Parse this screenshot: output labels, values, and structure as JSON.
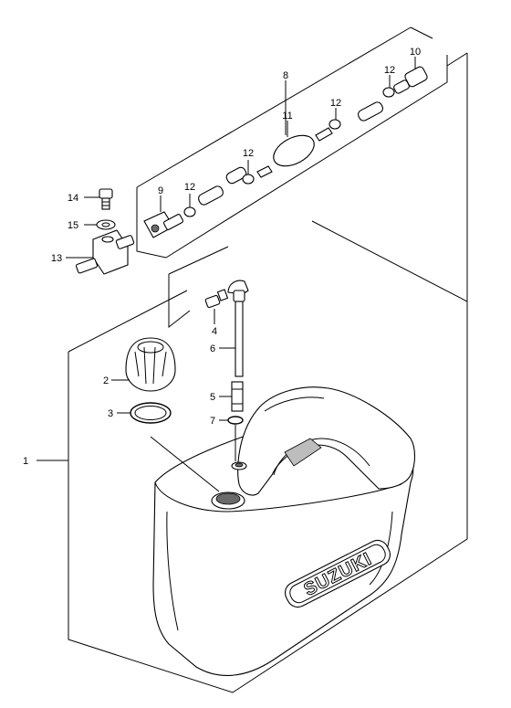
{
  "brand_text": "SUZUKI",
  "callouts": [
    {
      "id": "c1",
      "number": "1"
    },
    {
      "id": "c2",
      "number": "2"
    },
    {
      "id": "c3",
      "number": "3"
    },
    {
      "id": "c4",
      "number": "4"
    },
    {
      "id": "c5",
      "number": "5"
    },
    {
      "id": "c6",
      "number": "6"
    },
    {
      "id": "c7",
      "number": "7"
    },
    {
      "id": "c8",
      "number": "8"
    },
    {
      "id": "c9",
      "number": "9"
    },
    {
      "id": "c10",
      "number": "10"
    },
    {
      "id": "c11",
      "number": "11"
    },
    {
      "id": "c12a",
      "number": "12"
    },
    {
      "id": "c12b",
      "number": "12"
    },
    {
      "id": "c12c",
      "number": "12"
    },
    {
      "id": "c12d",
      "number": "12"
    },
    {
      "id": "c13",
      "number": "13"
    },
    {
      "id": "c14",
      "number": "14"
    },
    {
      "id": "c15",
      "number": "15"
    }
  ]
}
